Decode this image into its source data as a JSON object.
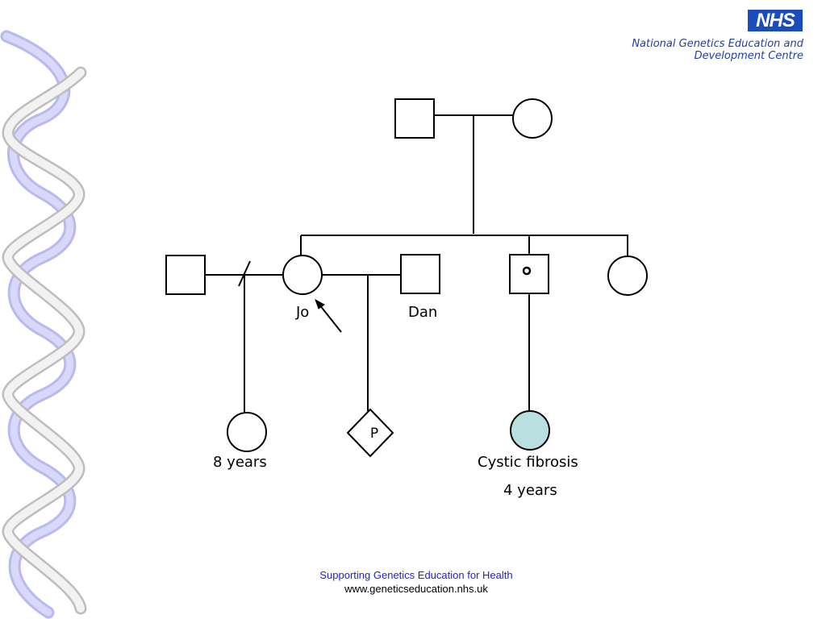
{
  "header": {
    "logo_text": "NHS",
    "org_line1": "National Genetics Education and",
    "org_line2": "Development Centre"
  },
  "pedigree": {
    "name_jo": "Jo",
    "name_dan": "Dan",
    "child_age_text": "8 years",
    "pregnancy_symbol": "P",
    "affected_condition": "Cystic fibrosis",
    "affected_age_text": "4 years",
    "affected_fill_color": "#b9dfe1"
  },
  "footer": {
    "tagline": "Supporting Genetics Education for Health",
    "url": "www.geneticseducation.nhs.uk"
  },
  "colors": {
    "helix_blue": "#c8c8f4",
    "helix_grey": "#e2e2e2",
    "brand_blue": "#1a4dbb"
  }
}
